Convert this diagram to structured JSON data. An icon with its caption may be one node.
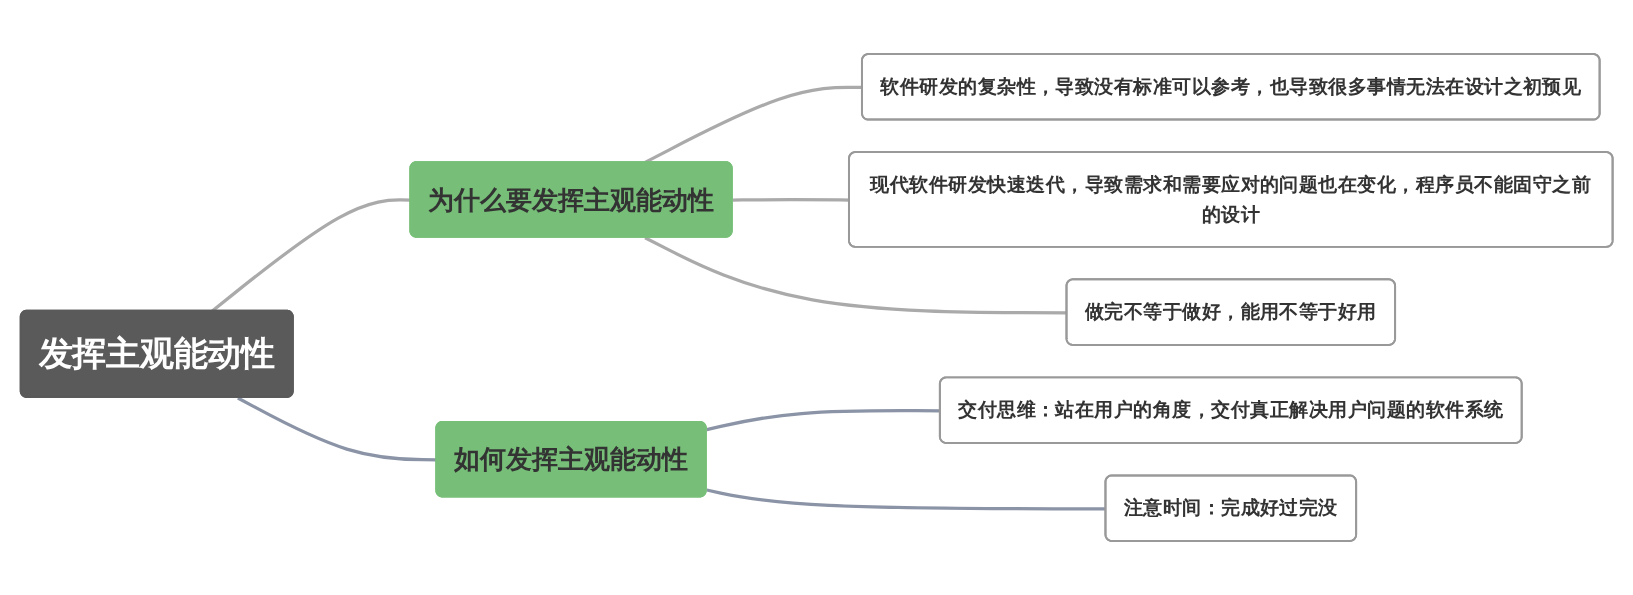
{
  "diagram": {
    "nodes": [
      {
        "text": [
          "发挥主观能动性"
        ]
      },
      {
        "text": [
          "为什么要发挥主观能动性"
        ]
      },
      {
        "text": [
          "软件研发的复杂性，导致没有标准可以参考，也导致很多事情无法在设计之初预见"
        ]
      },
      {
        "text": [
          "现代软件研发快速迭代，导致需求和需要应对的问题也在变化，程序员不能固守之前的设计"
        ]
      },
      {
        "text": [
          "做完不等于做好，能用不等于好用"
        ]
      },
      {
        "text": [
          "如何发挥主观能动性"
        ]
      },
      {
        "text": [
          "交付思维：站在用户的角度，交付真正解决用户问题的软件系统"
        ]
      },
      {
        "text": [
          "注意时间：完成好过完没"
        ]
      }
    ],
    "edges": [
      {
        "from": 0,
        "to": 1,
        "arrow": "none"
      },
      {
        "from": 1,
        "to": 2,
        "arrow": "none"
      },
      {
        "from": 1,
        "to": 3,
        "arrow": "none"
      },
      {
        "from": 1,
        "to": 4,
        "arrow": "none"
      },
      {
        "from": 0,
        "to": 5,
        "arrow": "none",
        "color": "#8a94a6"
      },
      {
        "from": 5,
        "to": 6,
        "arrow": "none",
        "color": "#8a94a6"
      },
      {
        "from": 5,
        "to": 7,
        "arrow": "none",
        "color": "#8a94a6"
      }
    ]
  }
}
